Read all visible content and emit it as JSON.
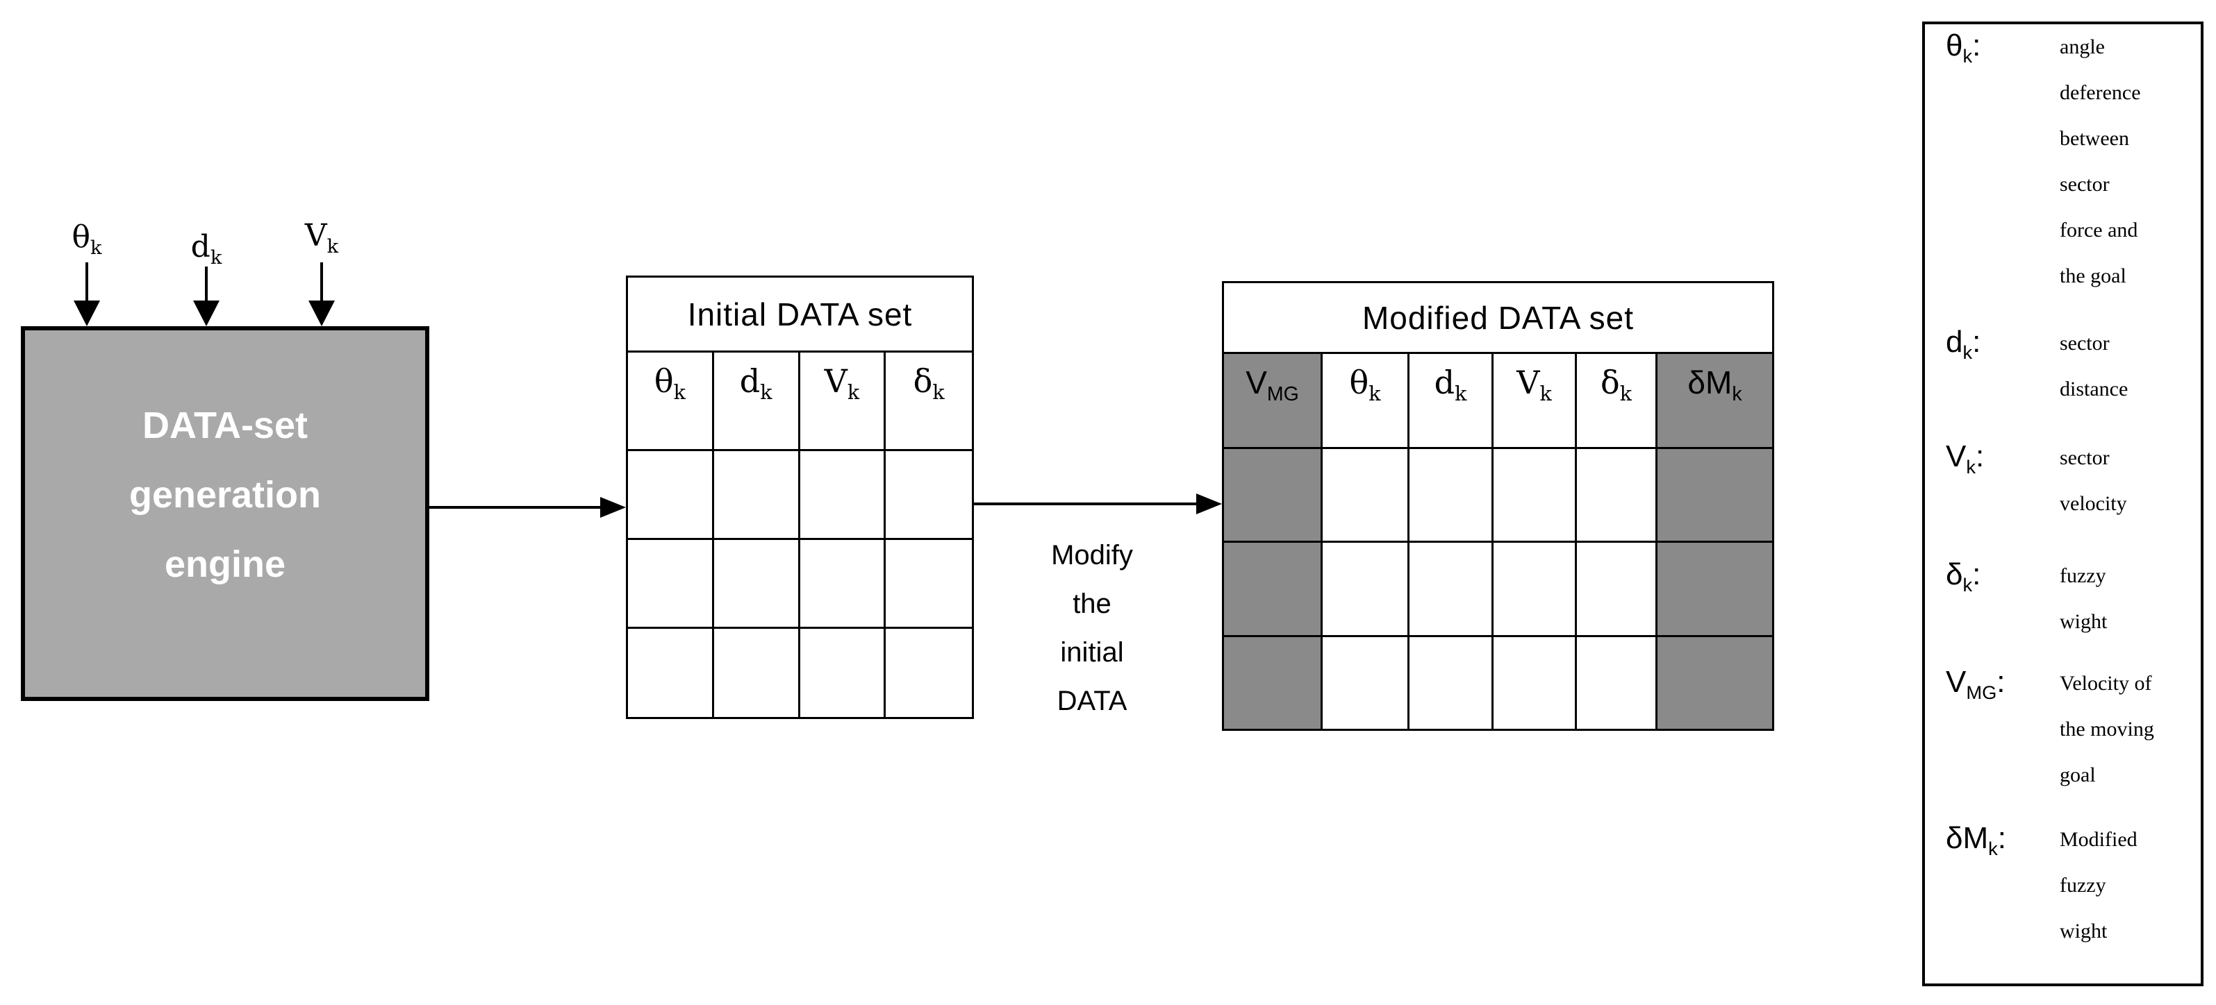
{
  "engine_box": {
    "label": "DATA-set\ngeneration\nengine"
  },
  "inputs": [
    {
      "base": "θ",
      "sub": "k"
    },
    {
      "base": "d",
      "sub": "k"
    },
    {
      "base": "V",
      "sub": "k"
    }
  ],
  "arrow_label": "Modify\nthe\ninitial\nDATA",
  "initial_table": {
    "title": "Initial DATA set",
    "headers": [
      {
        "base": "θ",
        "sub": "k"
      },
      {
        "base": "d",
        "sub": "k"
      },
      {
        "base": "V",
        "sub": "k"
      },
      {
        "base": "δ",
        "sub": "k"
      }
    ],
    "rows": 3
  },
  "modified_table": {
    "title": "Modified DATA set",
    "headers": [
      {
        "base": "V",
        "sub": "MG"
      },
      {
        "base": "θ",
        "sub": "k"
      },
      {
        "base": "d",
        "sub": "k"
      },
      {
        "base": "V",
        "sub": "k"
      },
      {
        "base": "δ",
        "sub": "k"
      },
      {
        "base": "δM",
        "sub": "k"
      }
    ],
    "rows": 3
  },
  "legend": {
    "entries": [
      {
        "sym_base": "θ",
        "sym_sub": "k",
        "suffix": ":",
        "definition": "angle\ndeference\nbetween\nsector\nforce and\nthe goal"
      },
      {
        "sym_base": "d",
        "sym_sub": "k",
        "suffix": ":",
        "definition": "sector\ndistance"
      },
      {
        "sym_base": "V",
        "sym_sub": "k",
        "suffix": ":",
        "definition": "sector\nvelocity"
      },
      {
        "sym_base": "δ",
        "sym_sub": "k",
        "suffix": ":",
        "definition": "fuzzy\nwight"
      },
      {
        "sym_base": "V",
        "sym_sub": "MG",
        "suffix": ":",
        "definition": "Velocity of\nthe moving\ngoal"
      },
      {
        "sym_base": "δM",
        "sym_sub": "k",
        "suffix": ":",
        "definition": "Modified\nfuzzy\nwight"
      }
    ]
  },
  "colors": {
    "background": "#ffffff",
    "engine_box_fill": "#a9a9a9",
    "engine_box_text": "#ffffff",
    "shaded_cell_fill": "#8a8a8a",
    "line": "#000000"
  }
}
